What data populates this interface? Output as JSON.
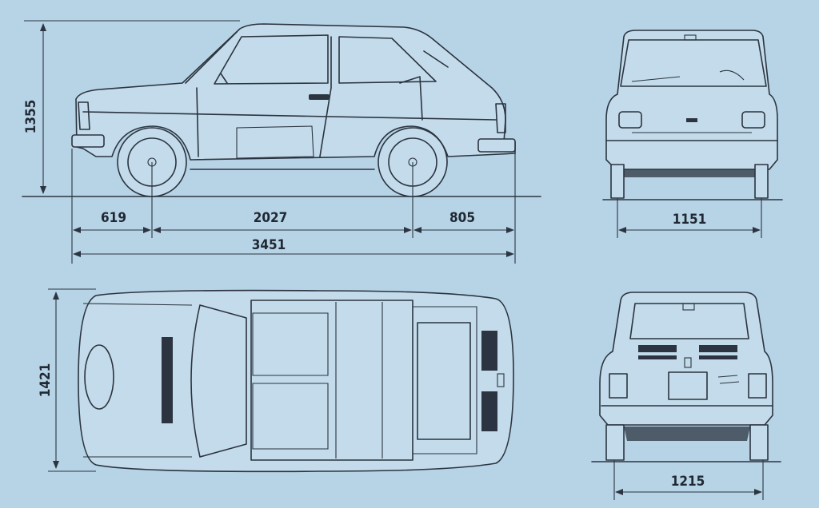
{
  "dimensions": {
    "height": "1355",
    "front_overhang": "619",
    "wheelbase": "2027",
    "rear_overhang": "805",
    "overall_length": "3451",
    "front_track": "1151",
    "width": "1421",
    "rear_track": "1215"
  },
  "colors": {
    "paper": "#b7d3e6",
    "ink": "#2b3440"
  }
}
